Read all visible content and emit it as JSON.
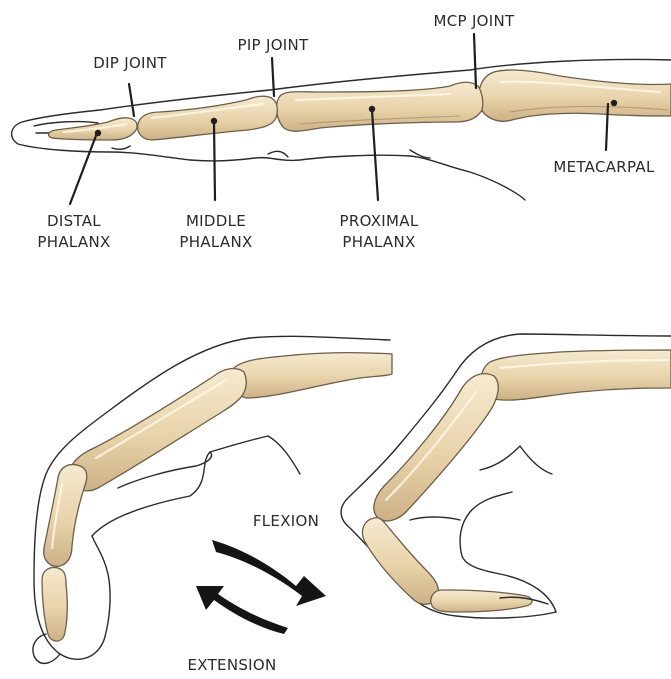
{
  "labels": {
    "dip_joint": "DIP JOINT",
    "pip_joint": "PIP JOINT",
    "mcp_joint": "MCP JOINT",
    "metacarpal": "METACARPAL",
    "distal_1": "DISTAL",
    "distal_2": "PHALANX",
    "middle_1": "MIDDLE",
    "middle_2": "PHALANX",
    "proximal_1": "PROXIMAL",
    "proximal_2": "PHALANX",
    "flexion": "FLEXION",
    "extension": "EXTENSION"
  },
  "colors": {
    "bone_light": "#f3e5c8",
    "bone_mid": "#e6d0a6",
    "bone_dark": "#c9ad82",
    "outline": "#2a2a2a",
    "label": "#2b2b2b",
    "arrow": "#151515"
  }
}
